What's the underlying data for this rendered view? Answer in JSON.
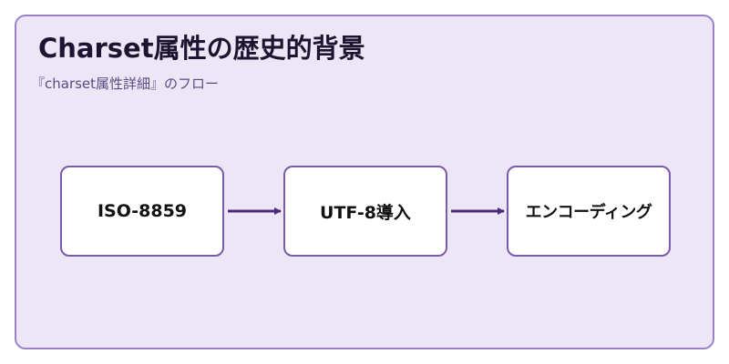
{
  "diagram": {
    "title": "Charset属性の歴史的背景",
    "subtitle": "『charset属性詳細』のフロー",
    "nodes": [
      {
        "label": "ISO-8859"
      },
      {
        "label": "UTF-8導入"
      },
      {
        "label": "エンコーディング"
      }
    ],
    "edges": [
      {
        "from": 0,
        "to": 1
      },
      {
        "from": 1,
        "to": 2
      }
    ],
    "colors": {
      "panel_background": "#ede6f6",
      "panel_border": "#9b80c9",
      "node_border": "#7a5aab",
      "arrow": "#4b2a7a",
      "title": "#1c1430",
      "subtitle": "#5a4a80"
    }
  }
}
